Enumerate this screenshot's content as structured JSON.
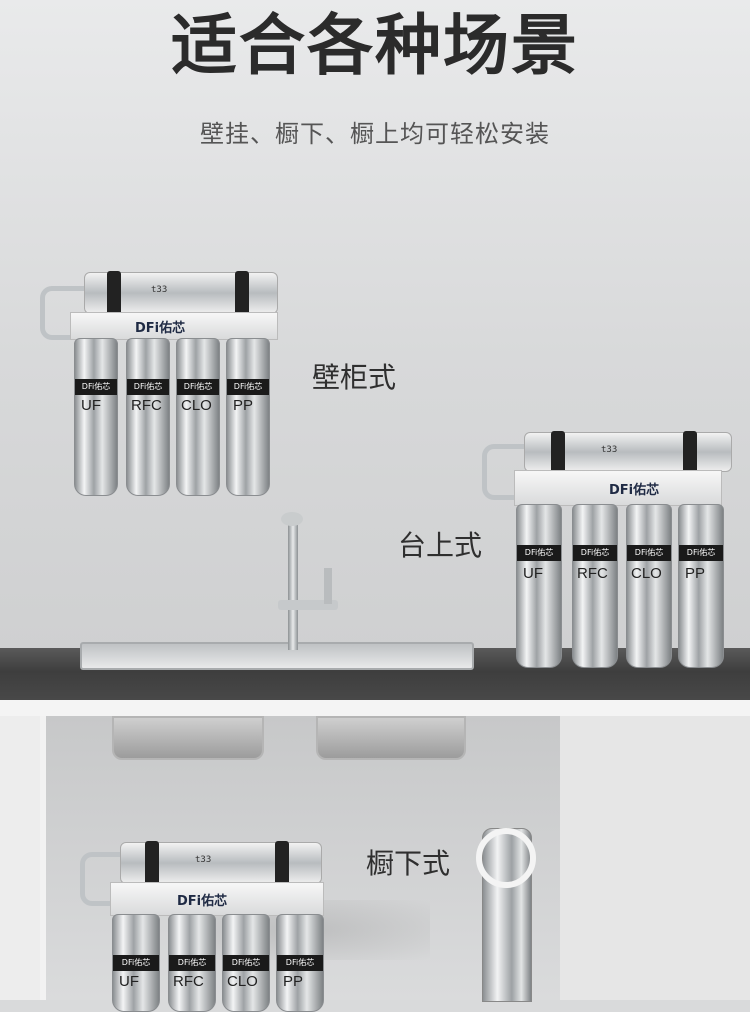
{
  "title": "适合各种场景",
  "subtitle": "壁挂、橱下、橱上均可轻松安装",
  "scenes": {
    "wall": "壁柜式",
    "countertop": "台上式",
    "under_sink": "橱下式"
  },
  "product": {
    "brand": "DFi佑芯",
    "membrane_code": "t33",
    "canister_labels": [
      "UF",
      "RFC",
      "CLO",
      "PP"
    ]
  },
  "colors": {
    "wall": "#dcdddd",
    "countertop": "#474747",
    "headline": "#2b2b2b",
    "steel": "#c7cacc"
  }
}
